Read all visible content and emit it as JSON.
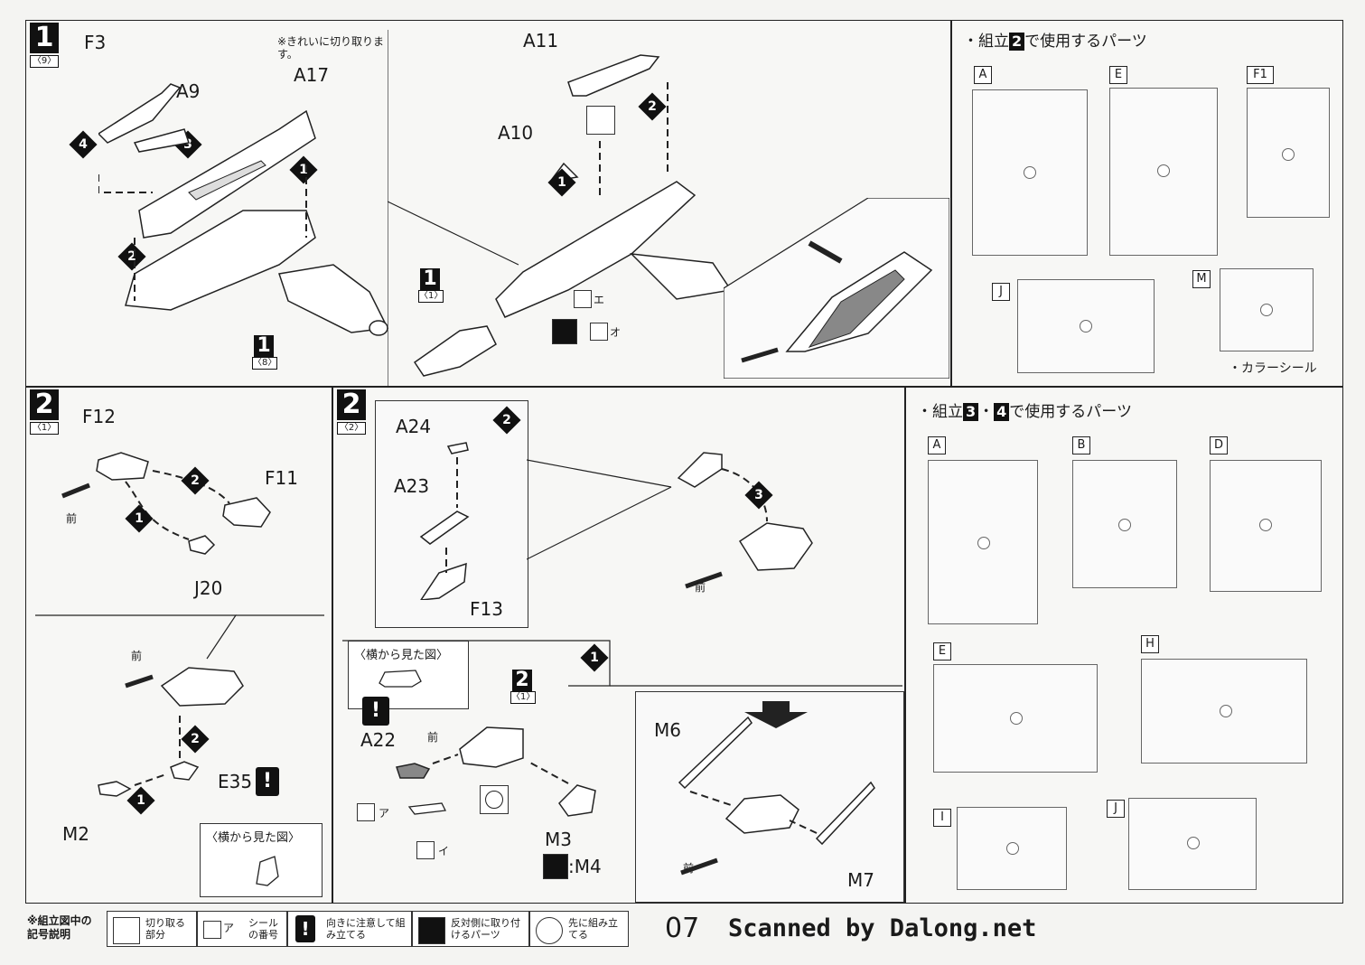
{
  "page_number": "07",
  "watermark": "Scanned by Dalong.net",
  "step1": {
    "num": "1",
    "sub_left": "9",
    "part_f3": "F3",
    "part_a9": "A9",
    "part_a17": "A17",
    "note_cut": "※きれいに切り取ります。",
    "seq": [
      "4",
      "3",
      "1",
      "2"
    ],
    "ref_sub": "8",
    "part_a11": "A11",
    "part_a10": "A10",
    "ref2_num": "1",
    "ref2_sub": "1",
    "sticker_e": "エ",
    "sticker_o": "オ"
  },
  "parts_step2": {
    "title_pre": "・組立",
    "title_num": "2",
    "title_post": "で使用するパーツ",
    "runners": [
      "A",
      "E",
      "F1",
      "J",
      "M"
    ],
    "color_seal": "・カラーシール"
  },
  "parts_step34": {
    "title_pre": "・組立",
    "num3": "3",
    "sep": "・",
    "num4": "4",
    "title_post": "で使用するパーツ",
    "runners": [
      "A",
      "B",
      "D",
      "E",
      "H",
      "I",
      "J"
    ]
  },
  "step2a": {
    "num": "2",
    "sub": "1",
    "part_f12": "F12",
    "part_f11": "F11",
    "part_j20": "J20",
    "front": "前",
    "front2": "前",
    "part_e35": "E35",
    "part_m2": "M2",
    "side_view": "〈横から見た図〉"
  },
  "step2b": {
    "num": "2",
    "sub": "2",
    "part_a24": "A24",
    "part_a23": "A23",
    "part_f13": "F13",
    "front": "前",
    "side_view": "〈横から見た図〉",
    "part_a22": "A22",
    "front2": "前",
    "ref_num": "2",
    "ref_sub": "1",
    "sticker_a": "ア",
    "sticker_i": "イ",
    "part_m3": "M3",
    "mirror_m4": ":M4",
    "part_m6": "M6",
    "part_m7": "M7",
    "front3": "前"
  },
  "legend": {
    "title": "※組立図中の記号説明",
    "items": [
      {
        "label": "切り取る部分"
      },
      {
        "label": "シールの番号",
        "mark": "ア"
      },
      {
        "label": "向きに注意して組み立てる"
      },
      {
        "label": "反対側に取り付けるパーツ"
      },
      {
        "label": "先に組み立てる"
      }
    ]
  }
}
